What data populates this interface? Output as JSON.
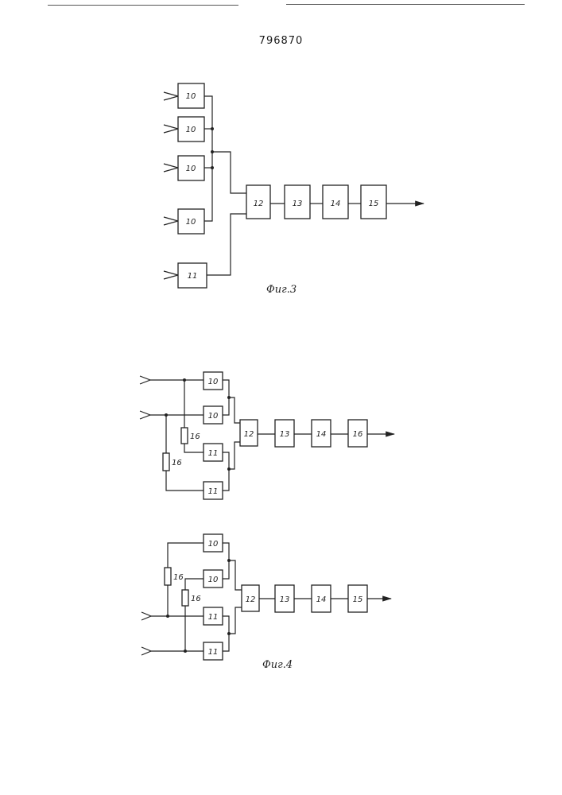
{
  "page_number": "796870",
  "figures": [
    {
      "caption": "Фиг.3",
      "blocks": [
        "10",
        "10",
        "10",
        "10",
        "11",
        "12",
        "13",
        "14",
        "15"
      ]
    },
    {
      "blocks": [
        "10",
        "10",
        "11",
        "11",
        "12",
        "13",
        "14",
        "16"
      ],
      "resistors": [
        "16",
        "16"
      ]
    },
    {
      "caption": "Фиг.4",
      "blocks": [
        "10",
        "10",
        "11",
        "11",
        "12",
        "13",
        "14",
        "15"
      ],
      "resistors": [
        "16",
        "16"
      ]
    }
  ]
}
